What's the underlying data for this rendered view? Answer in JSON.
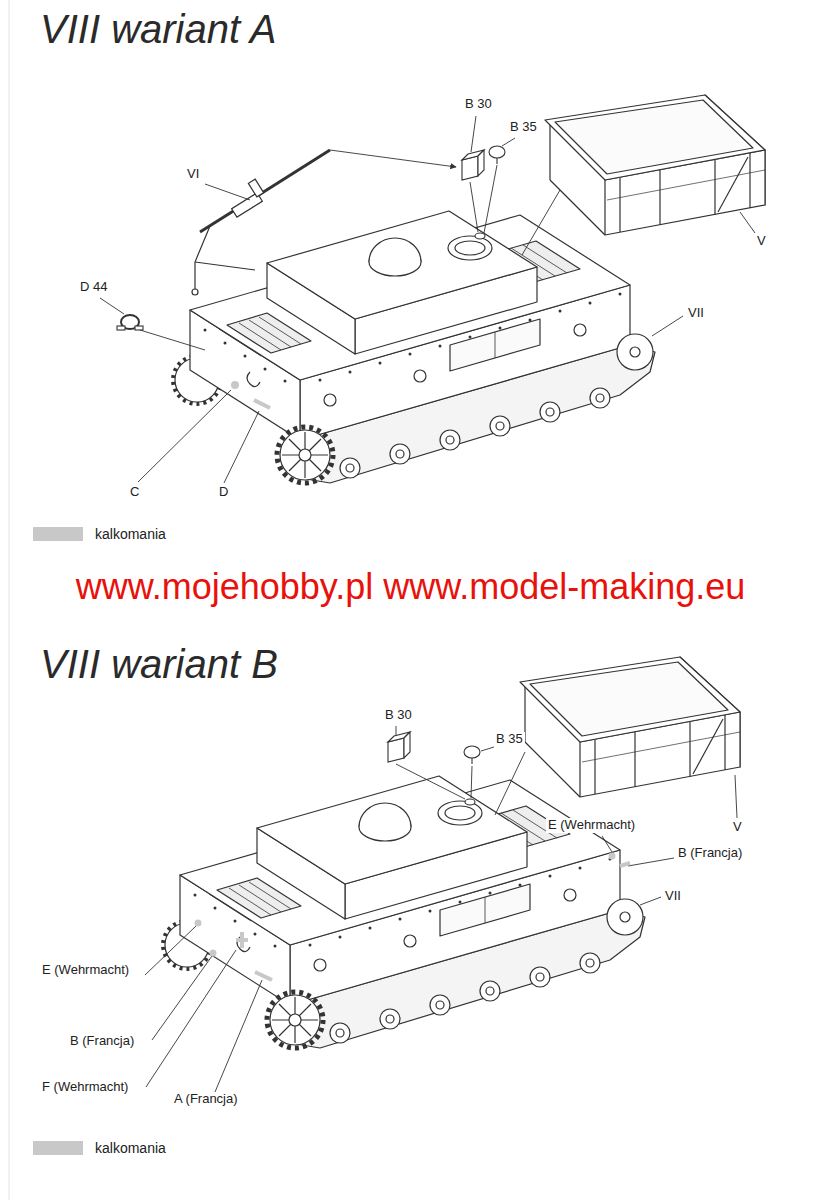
{
  "diagram": {
    "labels": [
      "VIII wariant A",
      "B 30",
      "B 35",
      "VI",
      "D 44",
      "V",
      "VII",
      "C",
      "D",
      "www.mojehobby.pl www.model-making.eu",
      "VIII wariant B",
      "B 30",
      "B 35",
      "E (Wehrmacht)",
      "B (Francja)",
      "V",
      "VII",
      "E (Wehrmacht)",
      "B (Francja)",
      "F (Wehrmacht)",
      "A (Francja)"
    ],
    "legend": [
      {
        "text": "kalkomania",
        "color": "#c8c8c8"
      },
      {
        "text": "kalkomania",
        "color": "#c8c8c8"
      }
    ]
  }
}
